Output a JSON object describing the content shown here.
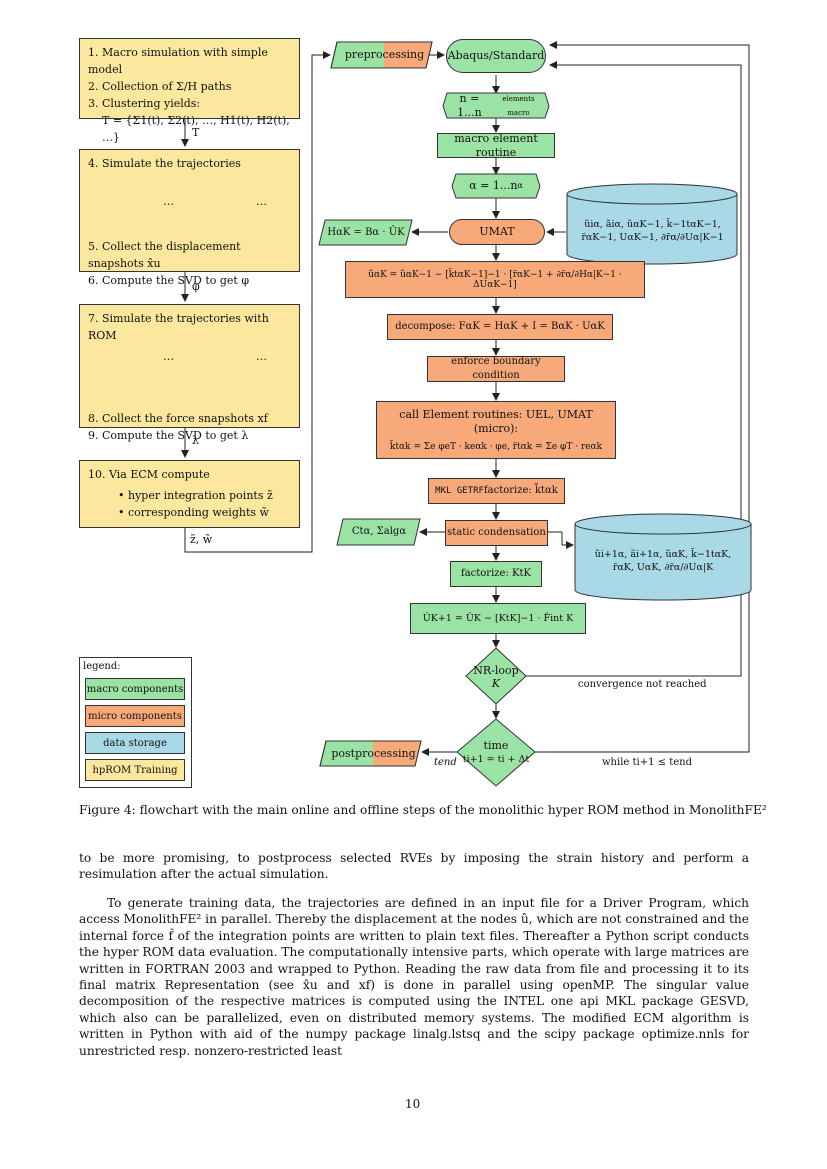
{
  "hprom": {
    "box1": [
      "1. Macro simulation with simple model",
      "2. Collection of Σ/H paths",
      "3. Clustering yields:",
      "T = {Σ1(t), Σ2(t), …, H1(t), H2(t), …}"
    ],
    "arrow1": "T",
    "box2": [
      "4. Simulate the trajectories",
      "5. Collect the displacement snapshots x̂u",
      "6. Compute the SVD to get φ"
    ],
    "arrow2": "φ",
    "box3": [
      "7. Simulate the trajectories with ROM",
      "8. Collect the force snapshots xf",
      "9. Compute the SVD to get λ"
    ],
    "arrow3": "λ",
    "box4_title": "10. Via ECM compute",
    "box4_items": [
      "hyper integration points z̃",
      "corresponding weights w̃"
    ],
    "arrow4": "z̃, w̃",
    "dots": "…"
  },
  "flow": {
    "preprocessing": "preprocessing",
    "abaqus": "Abaqus/Standard",
    "n_loop": "n = 1...n",
    "n_loop_sub": "elements macro",
    "macro_routine": "macro element routine",
    "alpha_loop": "α = 1...n",
    "alpha_sub": "α",
    "umat": "UMAT",
    "h_eq": "HαK = Bα · ÛK",
    "storage1": [
      "ũiα, ãiα, ũαK−1, k̃−1tαK−1,",
      "r̃αK−1, UαK−1, ∂r̃α/∂Uα|K−1"
    ],
    "update_eq": "ũαK = ũαK−1 − [k̃tαK−1]−1 · [r̃αK−1 + ∂r̃α/∂Hα|K−1 · ΔUαK−1]",
    "decompose": "decompose: FαK = HαK + I = BαK · UαK",
    "boundary": "enforce boundary condition",
    "call_routines": "call Element routines: UEL, UMAT (micro):",
    "call_eq": "k̃tαk = Σe φeT · keαk · φe,   r̃tαk = Σe φT · reαk",
    "mkl": "MKL GETRF",
    "mkl_rest": " factorize: k̃tαk",
    "static_cond": "static condensation",
    "c_sigma": "Ctα, Σalgα",
    "storage2": [
      "ũi+1α, ãi+1α, ũαK, k̃−1tαK,",
      "r̃αK, UαK, ∂r̃α/∂Uα|K"
    ],
    "factorize": "factorize: KtK",
    "u_update": "ÛK+1 = ÛK − [KtK]−1 · F̂int K",
    "nr_loop": "NR-loop",
    "nr_k": "K",
    "conv": "convergence not reached",
    "time": "time",
    "time_eq": "ti+1 = ti + Δt",
    "postprocessing": "postprocessing",
    "t_end": "tend",
    "while": "while ti+1 ≤ tend"
  },
  "legend": {
    "title": "legend:",
    "items": [
      "macro components",
      "micro components",
      "data storage",
      "hpROM Training"
    ]
  },
  "caption": "Figure 4: flowchart with the main online and offline steps of the monolithic hyper ROM method in MonolithFE²",
  "paragraphs": [
    "to be more promising, to postprocess selected RVEs by imposing the strain history and perform a resimulation after the actual simulation.",
    "To generate training data, the trajectories are defined in an input file for a Driver Program, which access MonolithFE² in parallel. Thereby the displacement at the nodes û, which are not constrained and the internal force f̂ of the integration points are written to plain text files. Thereafter a Python script conducts the hyper ROM data evaluation. The computationally intensive parts, which operate with large matrices are written in FORTRAN 2003 and wrapped to Python. Reading the raw data from file and processing it to its final matrix Representation (see x̂u and xf) is done in parallel using openMP. The singular value decomposition of the respective matrices is computed using the INTEL one api MKL package GESVD, which also can be parallelized, even on distributed memory systems. The modified ECM algorithm is written in Python with aid of the numpy package linalg.lstsq and the scipy package optimize.nnls for unrestricted resp. nonzero-restricted least"
  ],
  "page_number": "10",
  "colors": {
    "green": "#9be3a4",
    "orange": "#f7a97a",
    "blue": "#a9d8e6",
    "yellow": "#fbe79d"
  }
}
